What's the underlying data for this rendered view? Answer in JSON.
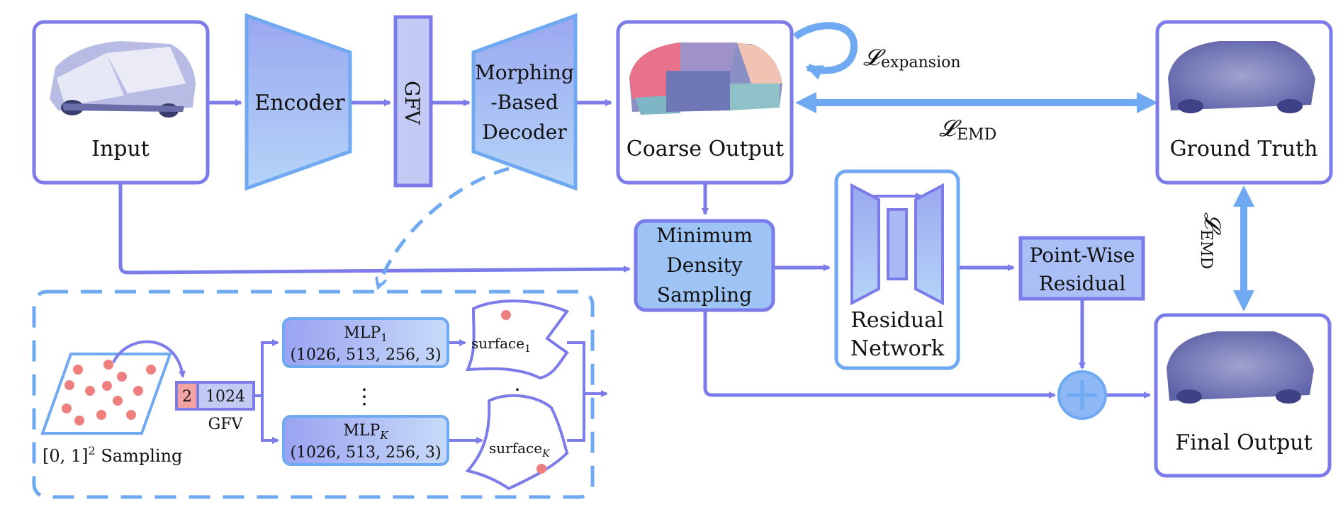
{
  "boxes": {
    "input": "Input",
    "encoder": "Encoder",
    "gfv": "GFV",
    "decoder_line1": "Morphing",
    "decoder_line2": "-Based",
    "decoder_line3": "Decoder",
    "coarse_output": "Coarse Output",
    "ground_truth": "Ground Truth",
    "mds_line1": "Minimum",
    "mds_line2": "Density",
    "mds_line3": "Sampling",
    "residual_net_line1": "Residual",
    "residual_net_line2": "Network",
    "pw_residual_line1": "Point-Wise",
    "pw_residual_line2": "Residual",
    "final_output": "Final Output"
  },
  "losses": {
    "expansion_main": "𝓛",
    "expansion_sub": "expansion",
    "emd_main": "𝓛",
    "emd_sub": "EMD",
    "emd_vertical_main": "𝓛",
    "emd_vertical_sub": "EMD"
  },
  "inset": {
    "sampling_label_base": "[0, 1]",
    "sampling_label_exp": "2",
    "sampling_label_text": " Sampling",
    "gfv_cell_a": "2",
    "gfv_cell_b": "1024",
    "gfv_label": "GFV",
    "mlp1_name": "MLP",
    "mlp1_sub": "1",
    "mlp1_dims": "(1026, 513, 256, 3)",
    "mlpk_name": "MLP",
    "mlpk_sub": "K",
    "mlpk_dims": "(1026, 513, 256, 3)",
    "surface1_name": "surface",
    "surface1_sub": "1",
    "surfacek_name": "surface",
    "surfacek_sub": "K",
    "vdots": "⋮"
  },
  "colors": {
    "box_border": "#7b7bea",
    "trapezoid_fill": "#9fb2f2",
    "arrow_blue": "#6ea9f2",
    "dashed_blue": "#6ea9f2",
    "mlp_fill": "#a8b4f5",
    "mds_fill": "#9cbff5",
    "point_red": "#ef7f7f",
    "gfv_cell_pink": "#f4a3a3",
    "plus_fill": "#8db7f5"
  },
  "icons": {
    "input_car": "car-point-cloud-partial",
    "coarse_car": "car-point-cloud-segmented",
    "gt_car": "car-point-cloud-dense",
    "final_car": "car-point-cloud-dense",
    "plus": "plus-circle-icon"
  }
}
